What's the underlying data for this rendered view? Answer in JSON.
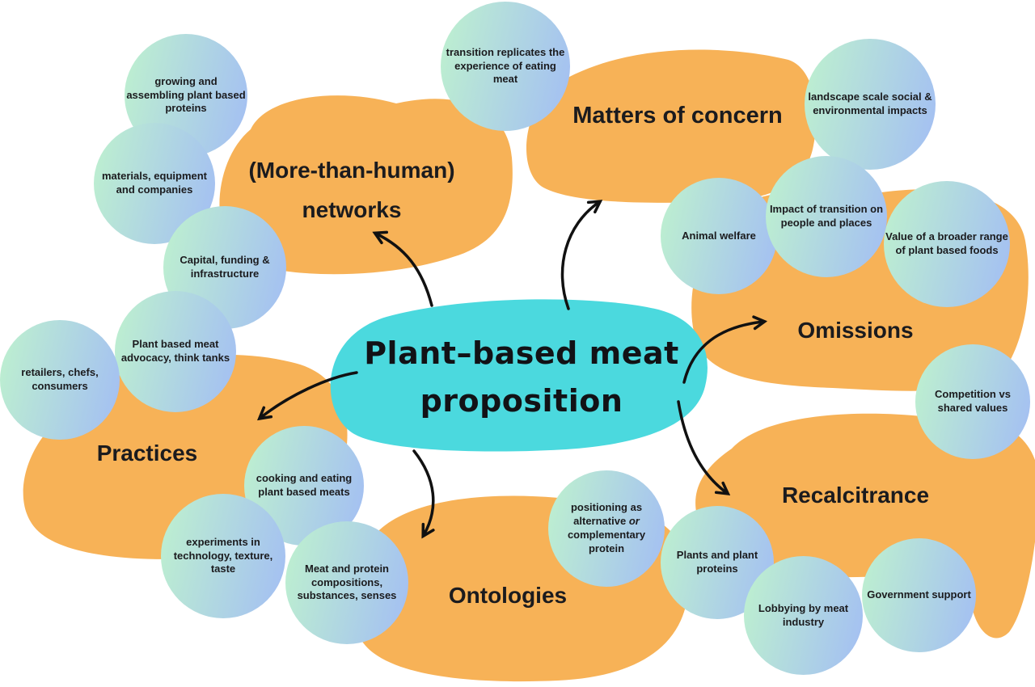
{
  "colors": {
    "blob_orange": "#F7B257",
    "center_cyan": "#4BD9DE",
    "bubble_green": "#BDEFD0",
    "bubble_blue": "#A4C0F2",
    "ink": "#1B1B1E"
  },
  "center": {
    "label": "Plant–based meat proposition"
  },
  "clusters": {
    "networks": {
      "label": "(More-than-human) networks"
    },
    "matters": {
      "label": "Matters of concern"
    },
    "omissions": {
      "label": "Omissions"
    },
    "recalcitrance": {
      "label": "Recalcitrance"
    },
    "practices": {
      "label": "Practices"
    },
    "ontologies": {
      "label": "Ontologies"
    }
  },
  "bubbles": [
    {
      "text": "growing and assembling plant based proteins"
    },
    {
      "text": "materials, equipment and companies"
    },
    {
      "text": "Capital, funding & infrastructure"
    },
    {
      "text": "Plant based meat advocacy, think tanks"
    },
    {
      "text": "retailers, chefs, consumers"
    },
    {
      "text": "transition replicates the experience of eating meat"
    },
    {
      "text": "landscape scale social & environmental impacts"
    },
    {
      "text": "Animal welfare"
    },
    {
      "text": "Impact of transition on people and places"
    },
    {
      "text": "Value of a broader range of plant based foods"
    },
    {
      "text": "Competition vs shared values"
    },
    {
      "text": "cooking and eating plant based meats"
    },
    {
      "text": "experiments in technology, texture, taste"
    },
    {
      "text": "Meat and protein compositions, substances, senses"
    },
    {
      "text_before": "positioning as alternative",
      "text_italic": "or",
      "text_after": "complementary protein"
    },
    {
      "text": "Plants and plant proteins"
    },
    {
      "text": "Lobbying by meat industry"
    },
    {
      "text": "Government support"
    }
  ]
}
